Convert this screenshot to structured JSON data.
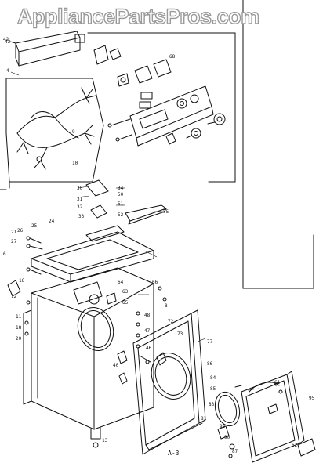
{
  "watermark": {
    "text": "AppliancePartsPros.com",
    "stroke_color": "#9a9a9a"
  },
  "figure": {
    "label": "A-3",
    "line_color": "#111111",
    "background": "#ffffff"
  },
  "callouts": [
    {
      "id": "c1",
      "text": "43"
    },
    {
      "id": "c2",
      "text": "4"
    },
    {
      "id": "c3",
      "text": "42"
    },
    {
      "id": "c4",
      "text": "30"
    },
    {
      "id": "c5",
      "text": "31"
    },
    {
      "id": "c6",
      "text": "32"
    },
    {
      "id": "c7",
      "text": "33"
    },
    {
      "id": "c8",
      "text": "34"
    },
    {
      "id": "c9",
      "text": "50"
    },
    {
      "id": "c10",
      "text": "51"
    },
    {
      "id": "c11",
      "text": "52"
    },
    {
      "id": "c12",
      "text": "55"
    },
    {
      "id": "c13",
      "text": "21"
    },
    {
      "id": "c14",
      "text": "27"
    },
    {
      "id": "c15",
      "text": "26"
    },
    {
      "id": "c16",
      "text": "25"
    },
    {
      "id": "c17",
      "text": "24"
    },
    {
      "id": "c18",
      "text": "6"
    },
    {
      "id": "c19",
      "text": "64"
    },
    {
      "id": "c20",
      "text": "63"
    },
    {
      "id": "c21",
      "text": "66"
    },
    {
      "id": "c22",
      "text": "65"
    },
    {
      "id": "c23",
      "text": "8"
    },
    {
      "id": "c24",
      "text": "72"
    },
    {
      "id": "c25",
      "text": "73"
    },
    {
      "id": "c26",
      "text": "77"
    },
    {
      "id": "c27",
      "text": "86"
    },
    {
      "id": "c28",
      "text": "84"
    },
    {
      "id": "c29",
      "text": "85"
    },
    {
      "id": "c30",
      "text": "83"
    },
    {
      "id": "c31",
      "text": "81"
    },
    {
      "id": "c32",
      "text": "92"
    },
    {
      "id": "c33",
      "text": "90"
    },
    {
      "id": "c34",
      "text": "87"
    },
    {
      "id": "c35",
      "text": "95"
    },
    {
      "id": "c36",
      "text": "61"
    },
    {
      "id": "c37",
      "text": "62"
    },
    {
      "id": "c38",
      "text": "48"
    },
    {
      "id": "c39",
      "text": "47"
    },
    {
      "id": "c40",
      "text": "46"
    },
    {
      "id": "c41",
      "text": "40"
    },
    {
      "id": "c42",
      "text": "16"
    },
    {
      "id": "c43",
      "text": "12"
    },
    {
      "id": "c44",
      "text": "11"
    },
    {
      "id": "c45",
      "text": "18"
    },
    {
      "id": "c46",
      "text": "20"
    },
    {
      "id": "c47",
      "text": "13"
    },
    {
      "id": "c48",
      "text": "9"
    },
    {
      "id": "c49",
      "text": "10"
    },
    {
      "id": "c50",
      "text": "68"
    }
  ]
}
